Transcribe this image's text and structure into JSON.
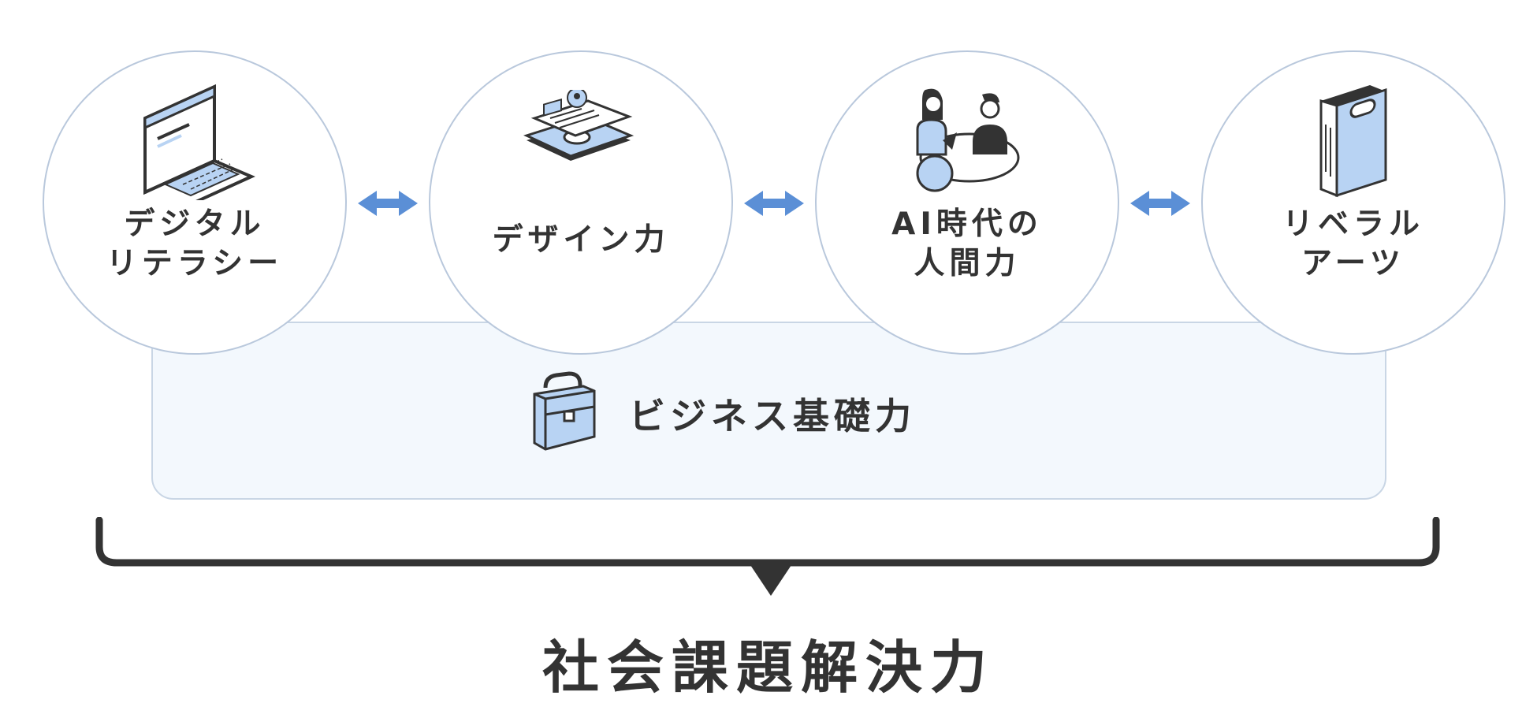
{
  "skills": [
    {
      "id": "digital",
      "lines": [
        "デジタル",
        "リテラシー"
      ],
      "icon": "laptop-icon"
    },
    {
      "id": "design",
      "lines": [
        "デザイン力"
      ],
      "icon": "design-tablet-icon"
    },
    {
      "id": "ai",
      "lines": [
        "AI時代の",
        "人間力"
      ],
      "icon": "people-meeting-icon"
    },
    {
      "id": "liberal",
      "lines": [
        "リベラル",
        "アーツ"
      ],
      "icon": "book-icon"
    }
  ],
  "foundation": {
    "label": "ビジネス基礎力",
    "icon": "briefcase-icon"
  },
  "result": {
    "label": "社会課題解決力"
  },
  "colors": {
    "accent": "#5b8fd6",
    "light_blue": "#b8d3f3",
    "dark": "#333333",
    "panel": "#f3f8fd"
  }
}
